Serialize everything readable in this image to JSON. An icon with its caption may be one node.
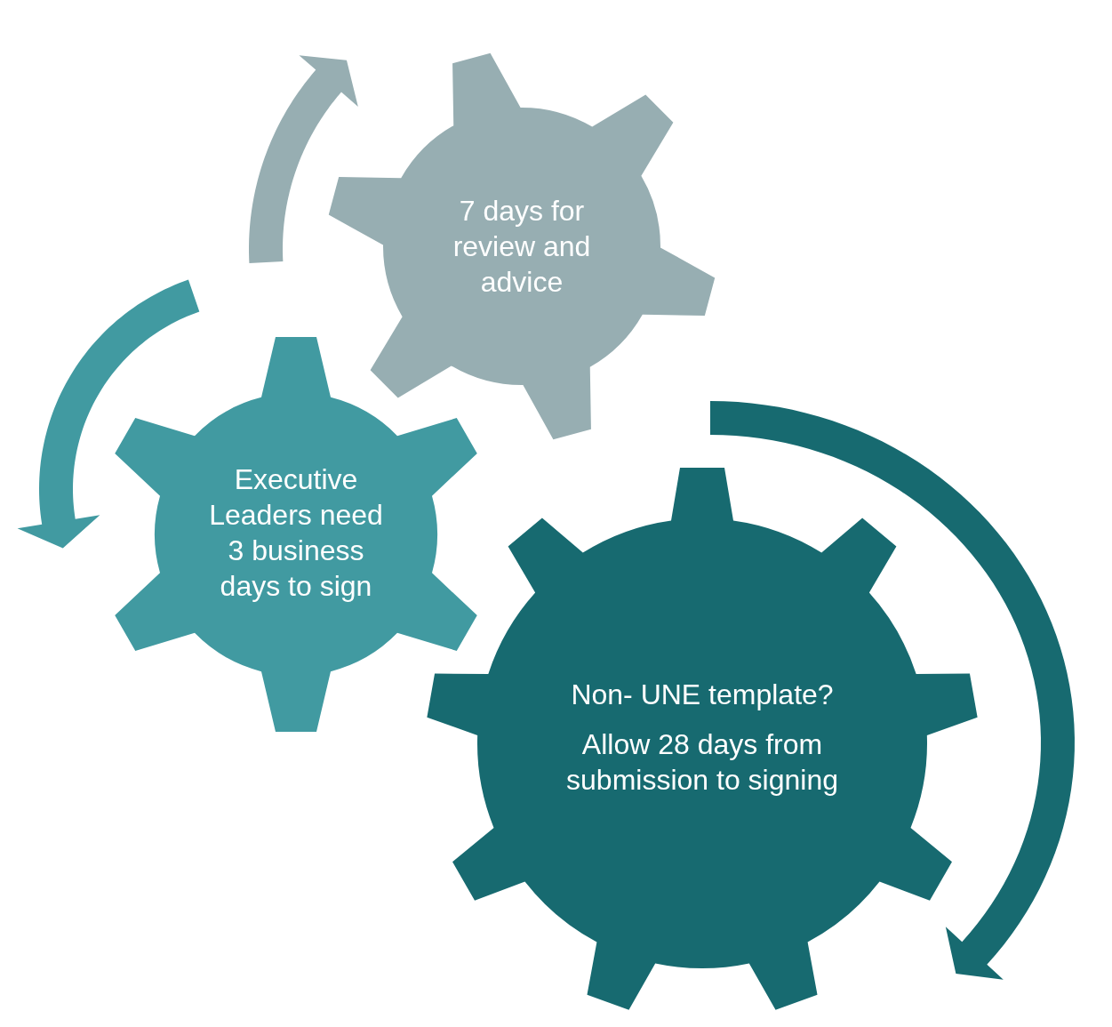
{
  "diagram": {
    "nodes": [
      {
        "text": [
          "7 days for review and advice"
        ]
      },
      {
        "text": [
          "Executive Leaders need 3 business days to sign"
        ]
      },
      {
        "text": [
          "Non- UNE template?",
          "Allow 28 days from submission to signing"
        ]
      }
    ]
  }
}
